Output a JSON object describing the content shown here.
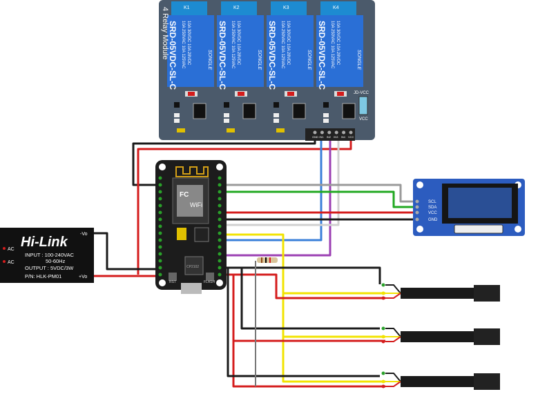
{
  "relay_module": {
    "title": "4 Relay Module",
    "channel_labels": [
      "K1",
      "K2",
      "K3",
      "K4"
    ],
    "relay_model": "SRD-05VDC-SL-C",
    "relay_brand": "SONGLE",
    "relay_rating_1": "10A 250VAC  10A 125VAC",
    "relay_rating_2": "10A 30VDC   10A 28VDC",
    "jdvcc_label": "JD-VCC",
    "vcc_label": "VCC",
    "pin_labels": [
      "GND",
      "IN1",
      "IN2",
      "IN3",
      "IN4",
      "VCC"
    ]
  },
  "power_module": {
    "brand": "Hi-Link",
    "input": "INPUT : 100-240VAC",
    "freq": "50-60Hz",
    "output": "OUTPUT : 5VDC/3W",
    "part": "P/N: HLK-PM01",
    "ac1": "AC",
    "ac2": "AC",
    "neg": "-Vo",
    "pos": "+Vo"
  },
  "oled": {
    "pins": [
      "SCL",
      "SDA",
      "VCC",
      "GND"
    ]
  },
  "nodemcu": {
    "chip": "CP2102",
    "rst": "RST",
    "flash": "FLASH",
    "wifi": "WiFi"
  },
  "colors": {
    "relay_board": "#4b5a6b",
    "relay_blue": "#2a6fd6",
    "board_black": "#1c1c1c",
    "oled_board": "#2c5cbf",
    "wire_red": "#d41c1c",
    "wire_black": "#1a1a1a",
    "wire_yellow": "#f2e300",
    "wire_green": "#21a821",
    "wire_blue": "#3a7fd9",
    "wire_purple": "#9b3fb3",
    "wire_gray": "#9a9a9a",
    "wire_white": "#e8e8e8"
  }
}
